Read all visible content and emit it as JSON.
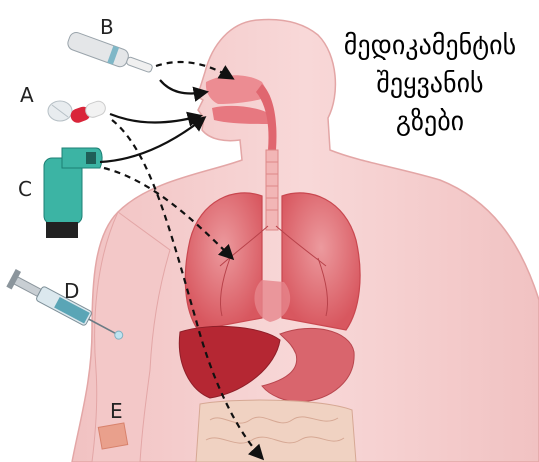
{
  "title_lines": [
    "მედიკამენტის",
    "შეყვანის",
    "გზები"
  ],
  "route_labels": {
    "a": "A",
    "b": "B",
    "c": "C",
    "d": "D",
    "e": "E"
  },
  "colors": {
    "body_skin": "#f4c9c9",
    "body_outline": "#e3a6a6",
    "lung": "#e06f75",
    "lung_dark": "#c9474f",
    "liver": "#b52733",
    "stomach": "#d9656d",
    "intestine": "#f0d2c2",
    "airway": "#ec8c92",
    "arrow": "#111111",
    "inhaler_body": "#3cb4a4",
    "patch": "#e9a08c"
  }
}
